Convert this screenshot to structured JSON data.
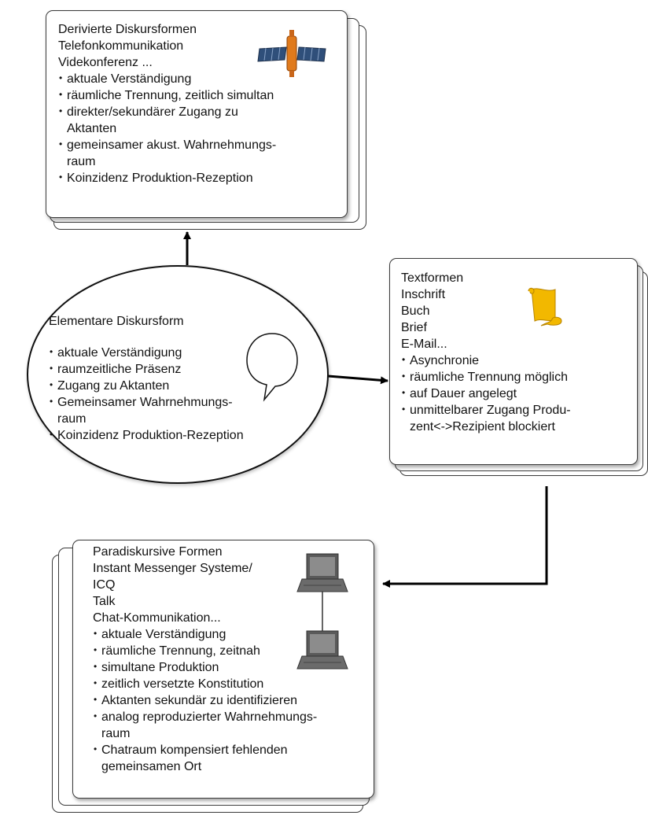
{
  "boxes": {
    "derived": {
      "lines": [
        "Derivierte Diskursformen",
        "Telefonkommunikation",
        "Videkonferenz ..."
      ],
      "items": [
        "aktuale Verständigung",
        "räumliche Trennung, zeitlich simultan",
        "direkter/sekundärer  Zugang zu\nAktanten",
        "gemeinsamer akust. Wahrnehmungs-\nraum",
        "Koinzidenz Produktion-Rezeption"
      ],
      "icon": "satellite-icon"
    },
    "elementary": {
      "title": "Elementare Diskursform",
      "items": [
        "aktuale Verständigung",
        "raumzeitliche Präsenz",
        "Zugang zu Aktanten",
        "Gemeinsamer Wahrnehmungs-\nraum",
        "Koinzidenz Produktion-Rezeption"
      ],
      "icon": "speech-bubble-icon"
    },
    "text": {
      "lines": [
        "Textformen",
        "Inschrift",
        "Buch",
        "Brief",
        "E-Mail..."
      ],
      "items": [
        "Asynchronie",
        "räumliche Trennung möglich",
        "auf Dauer angelegt",
        "unmittelbarer Zugang Produ-\nzent<->Rezipient blockiert"
      ],
      "icon": "scroll-icon"
    },
    "paradiscursive": {
      "lines": [
        "Paradiskursive Formen",
        "Instant Messenger Systeme/",
        "ICQ",
        "Talk",
        "Chat-Kommunikation..."
      ],
      "items": [
        "aktuale Verständigung",
        "räumliche Trennung, zeitnah",
        "simultane Produktion",
        "zeitlich versetzte Konstitution",
        "Aktanten sekundär zu identifizieren",
        "analog reproduzierter Wahrnehmungs-\nraum",
        "Chatraum kompensiert fehlenden\ngemeinsamen Ort"
      ],
      "icon": "networked-computers-icon"
    }
  },
  "colors": {
    "scroll": "#f2b800",
    "satellite_body": "#e07a1c",
    "satellite_panel": "#2f4f7a",
    "computer": "#5a5a5a"
  }
}
